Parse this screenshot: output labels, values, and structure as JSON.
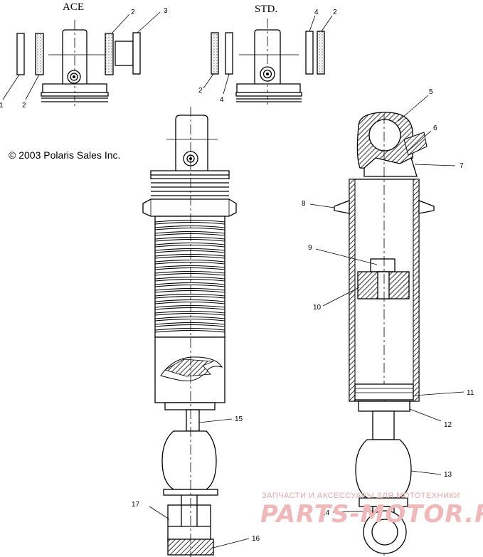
{
  "header_left": "ACE",
  "header_right": "STD.",
  "copyright": "© 2003 Polaris Sales Inc.",
  "watermark": {
    "top_text": "ЗАПЧАСТИ И АКСЕССУАРЫ ДЛЯ МОТОТЕХНИКИ",
    "logo_text": "PARTS-MOTOR.RU"
  },
  "callouts": {
    "ace_1": "1",
    "ace_2a": "2",
    "ace_2b": "2",
    "ace_3": "3",
    "std_4a": "4",
    "std_2a": "2",
    "std_2b": "2",
    "std_4b": "4",
    "p5": "5",
    "p6": "6",
    "p7": "7",
    "p8": "8",
    "p9": "9",
    "p10": "10",
    "p11": "11",
    "p12": "12",
    "p13": "13",
    "p14": "14",
    "p15": "15",
    "p16": "16",
    "p17": "17"
  },
  "colors": {
    "line": "#000000",
    "background": "#ffffff",
    "watermark": "#f0b8b8"
  }
}
